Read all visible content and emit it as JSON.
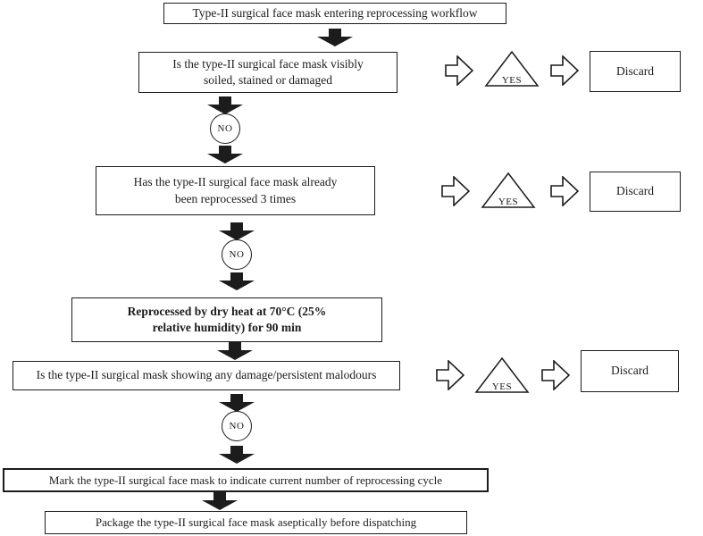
{
  "colors": {
    "ink": "#1c1c1c",
    "paper": "#ffffff"
  },
  "labels": {
    "yes": "YES",
    "no": "NO",
    "discard": "Discard"
  },
  "nodes": {
    "start": "Type-II surgical face mask entering reprocessing workflow",
    "q_soiled": {
      "line1": "Is the type-II surgical face mask visibly",
      "line2": "soiled, stained or damaged"
    },
    "q_reprocessed": {
      "line1": "Has the type-II surgical face mask already",
      "line2": "been reprocessed 3 times"
    },
    "process_dry_heat": {
      "line1": "Reprocessed by dry heat at 70°C (25%",
      "line2": "relative humidity) for 90 min"
    },
    "q_damage": "Is the type-II surgical mask showing any damage/persistent malodours",
    "mark": "Mark the type-II surgical face mask to indicate current number of reprocessing cycle",
    "package": "Package the type-II surgical face mask aseptically before dispatching"
  }
}
